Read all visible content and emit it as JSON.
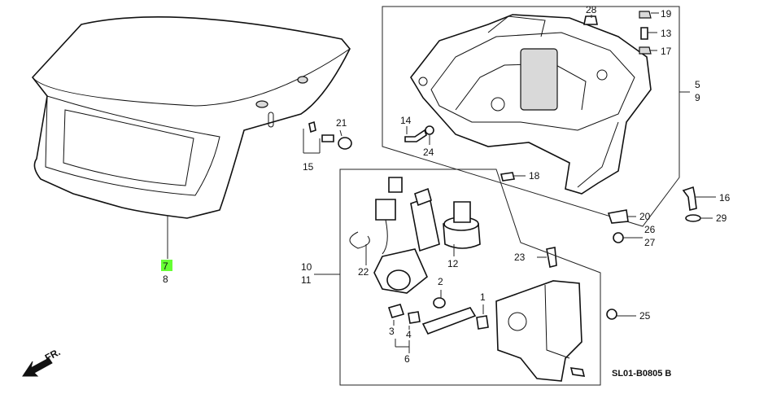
{
  "diagram": {
    "code": "SL01-B0805 B",
    "direction_label": "FR.",
    "highlight_color": "#66ff33",
    "callouts": {
      "c1": "1",
      "c2": "2",
      "c3": "3",
      "c4": "4",
      "c5": "5",
      "c6": "6",
      "c7": "7",
      "c8": "8",
      "c9": "9",
      "c10": "10",
      "c11": "11",
      "c12": "12",
      "c13": "13",
      "c14": "14",
      "c15": "15",
      "c16": "16",
      "c17": "17",
      "c18": "18",
      "c19": "19",
      "c20": "20",
      "c21": "21",
      "c22": "22",
      "c23": "23",
      "c24": "24",
      "c25": "25",
      "c26": "26",
      "c27": "27",
      "c28": "28",
      "c29": "29"
    }
  }
}
